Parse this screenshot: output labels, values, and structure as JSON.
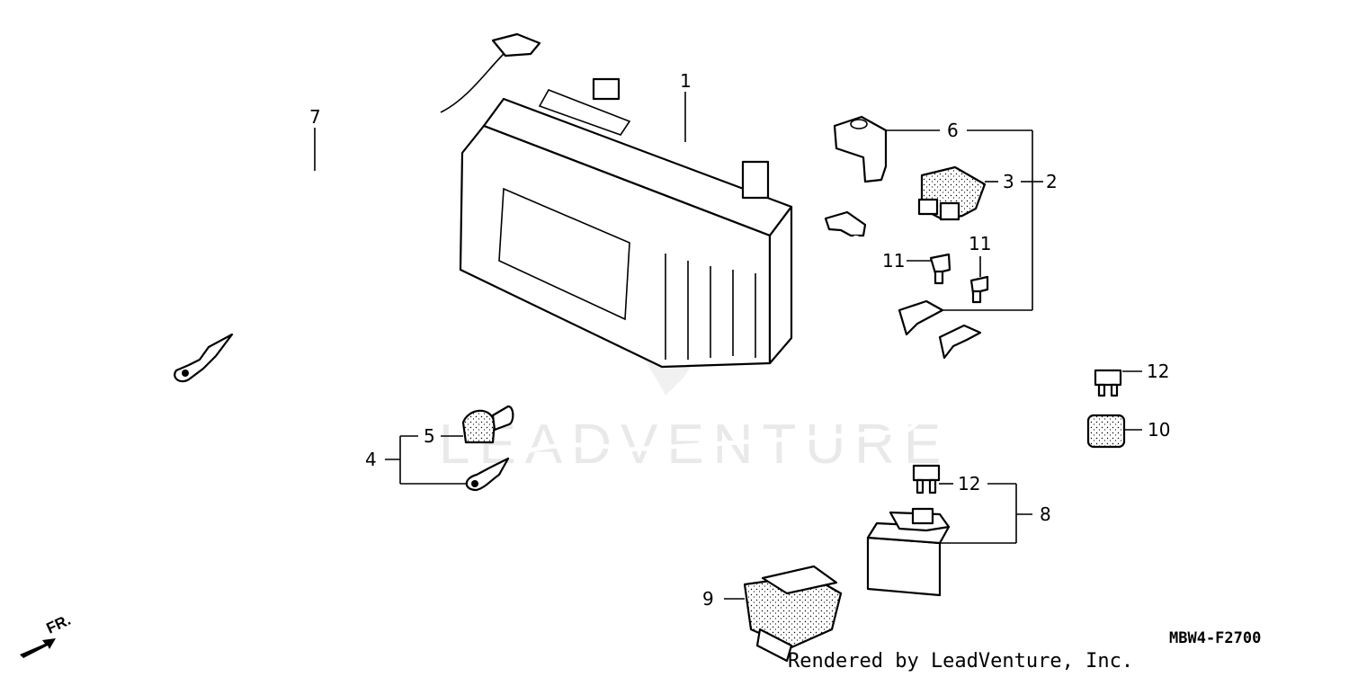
{
  "diagram": {
    "code": "MBW4-F2700",
    "credit": "Rendered by LeadVenture, Inc.",
    "watermark": "LEADVENTURE",
    "direction_label": "FR.",
    "callouts": [
      {
        "num": "1",
        "part": "battery"
      },
      {
        "num": "2",
        "part": "positive-cable-assembly"
      },
      {
        "num": "3",
        "part": "terminal-cover"
      },
      {
        "num": "4",
        "part": "negative-cable-assembly"
      },
      {
        "num": "5",
        "part": "negative-terminal-cover"
      },
      {
        "num": "6",
        "part": "terminal-cap"
      },
      {
        "num": "7",
        "part": "ground-cable"
      },
      {
        "num": "8",
        "part": "starter-relay-assembly"
      },
      {
        "num": "9",
        "part": "relay-holder"
      },
      {
        "num": "10",
        "part": "fuse-cover"
      },
      {
        "num": "11",
        "part": "bolt-left"
      },
      {
        "num": "11",
        "part": "bolt-right"
      },
      {
        "num": "12",
        "part": "fuse-upper"
      },
      {
        "num": "12",
        "part": "fuse-lower"
      }
    ]
  }
}
